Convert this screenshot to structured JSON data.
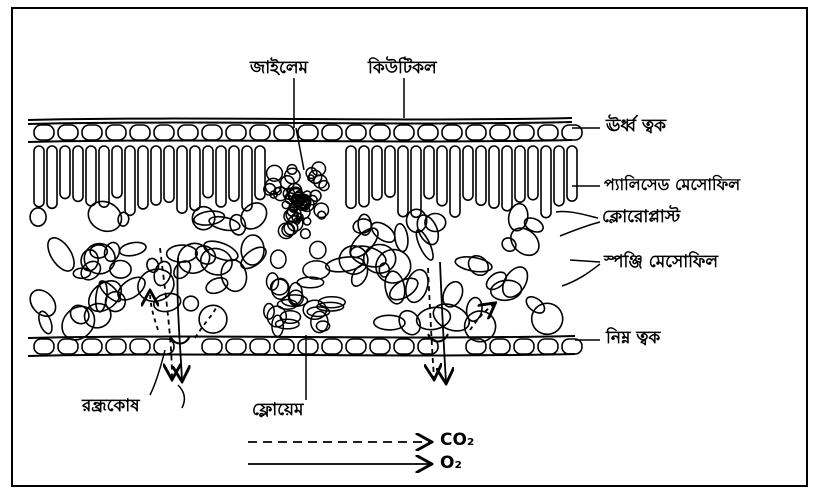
{
  "labels": {
    "xylem": "জাইলেম",
    "cuticle": "কিউটিকল",
    "upper_epidermis": "ঊর্ধ্ব ত্বক",
    "palisade": "প্যালিসেড মেসোফিল",
    "chloroplast": "ক্লোরোপ্লাস্ট",
    "spongy": "স্পঞ্জি মেসোফিল",
    "lower_epidermis": "নিম্ন ত্বক",
    "stomata": "রন্ধ্রকোষ",
    "phloem": "ফ্লোয়েম"
  },
  "legend": {
    "co2": "CO₂",
    "o2": "O₂"
  }
}
